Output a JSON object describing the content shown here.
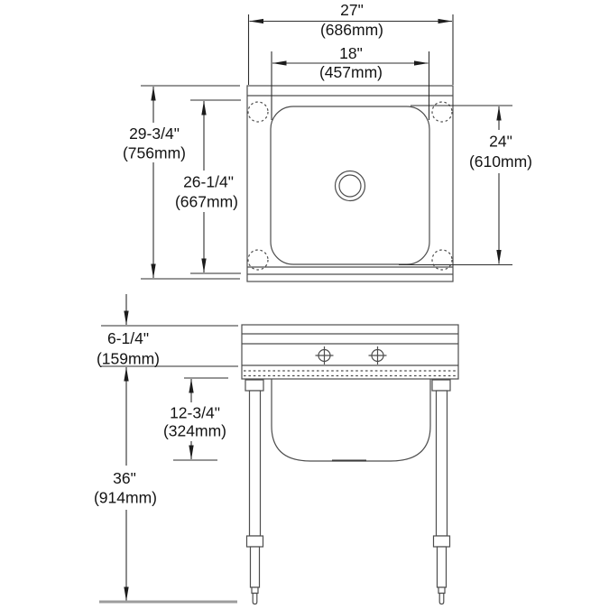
{
  "diagram": {
    "kind": "sink-spec-technical-drawing",
    "colors": {
      "background": "#ffffff",
      "line": "#4d4d4d",
      "dimension_line": "#2e2e2e",
      "text": "#141414",
      "floor_line": "#9c9c9c"
    },
    "top_view": {
      "overall_width": {
        "in": "27\"",
        "mm": "(686mm)"
      },
      "bowl_width": {
        "in": "18\"",
        "mm": "(457mm)"
      },
      "overall_depth": {
        "in": "29-3/4\"",
        "mm": "(756mm)"
      },
      "deck_depth": {
        "in": "26-1/4\"",
        "mm": "(667mm)"
      },
      "bowl_depth": {
        "in": "24\"",
        "mm": "(610mm)"
      }
    },
    "front_view": {
      "backsplash_height": {
        "in": "6-1/4\"",
        "mm": "(159mm)"
      },
      "bowl_height": {
        "in": "12-3/4\"",
        "mm": "(324mm)"
      },
      "work_height": {
        "in": "36\"",
        "mm": "(914mm)"
      }
    }
  }
}
